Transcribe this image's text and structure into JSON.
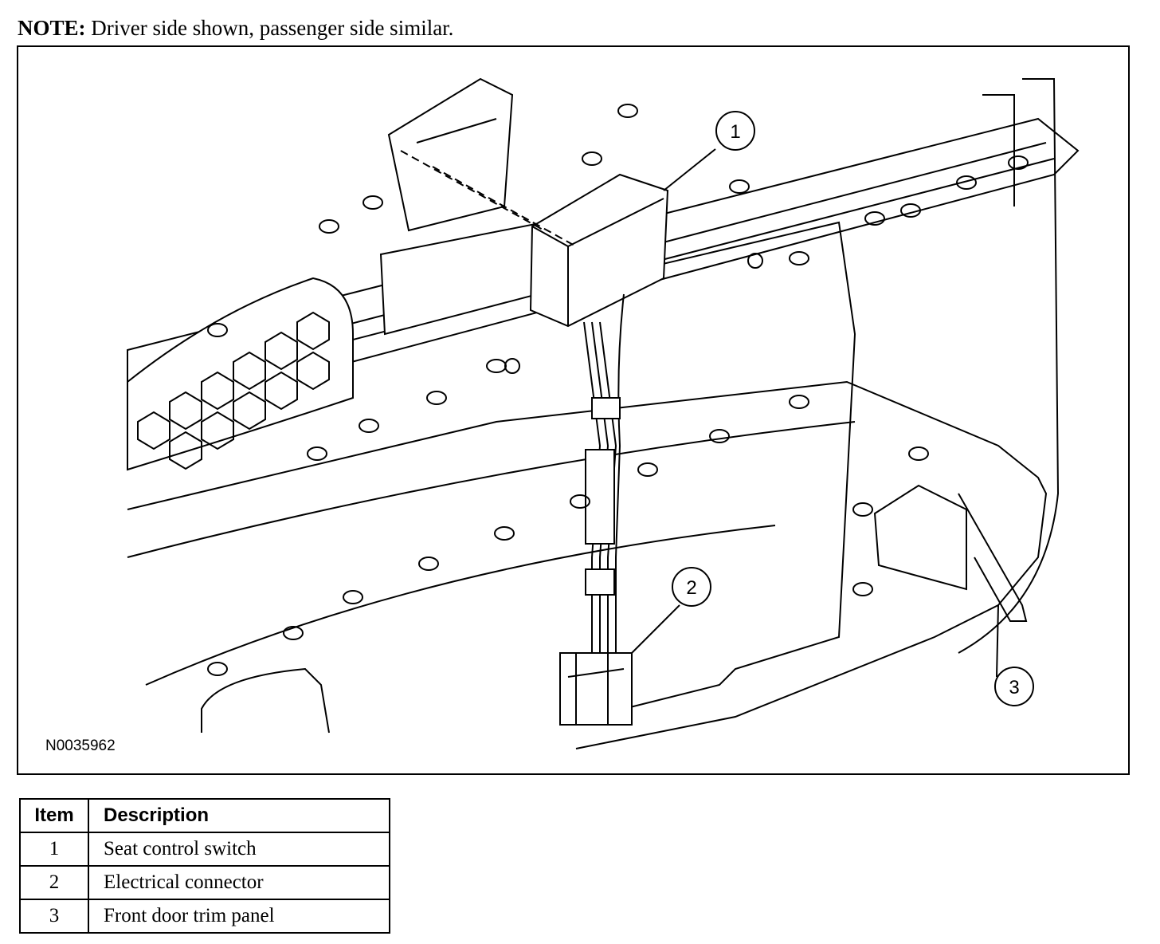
{
  "note": {
    "label": "NOTE:",
    "text": "Driver side shown, passenger side similar."
  },
  "figure": {
    "id": "N0035962",
    "callouts": [
      "1",
      "2",
      "3"
    ]
  },
  "legend": {
    "headers": {
      "item": "Item",
      "description": "Description"
    },
    "rows": [
      {
        "item": "1",
        "description": "Seat control switch"
      },
      {
        "item": "2",
        "description": "Electrical connector"
      },
      {
        "item": "3",
        "description": "Front door trim panel"
      }
    ]
  }
}
